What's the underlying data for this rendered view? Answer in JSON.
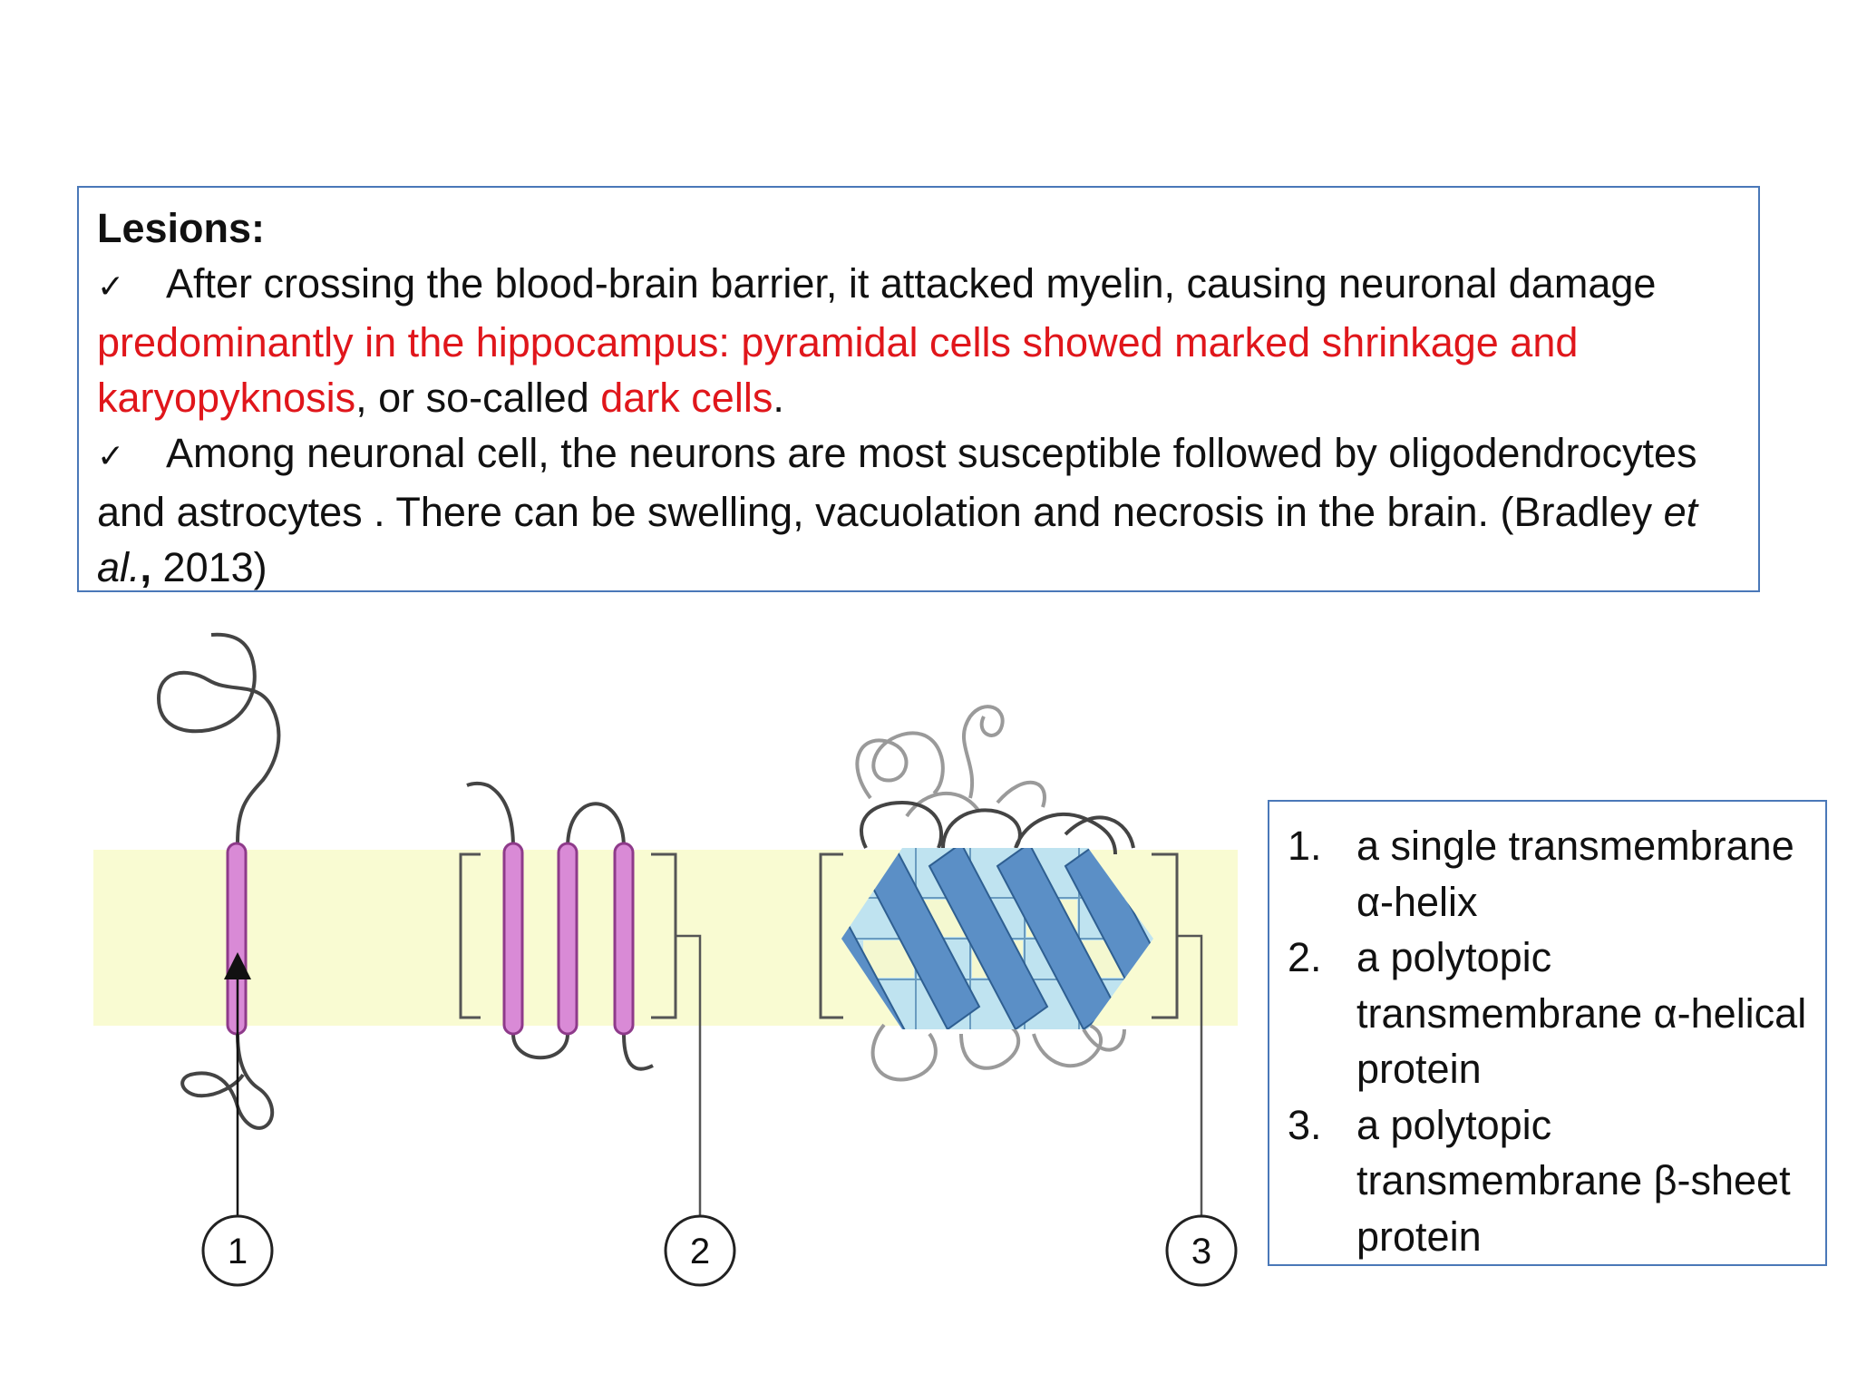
{
  "lesions": {
    "title": "Lesions:",
    "bullet1_intro": "After crossing the blood-brain barrier, it attacked myelin, causing neuronal damage",
    "bullet1_red1": "predominantly in the hippocampus: pyramidal cells showed marked shrinkage and karyopyknosis",
    "bullet1_mid": ", or so-called ",
    "bullet1_red2": "dark cells",
    "bullet1_end": ".",
    "bullet2_text": "Among neuronal cell, the neurons are most susceptible followed by oligodendrocytes and astrocytes . There can be swelling, vacuolation and necrosis in the brain. (Bradley ",
    "bullet2_italic": "et al.",
    "bullet2_comma": ",",
    "bullet2_end": " 2013)",
    "check_mark": "✓"
  },
  "diagram": {
    "callouts": [
      "1",
      "2",
      "3"
    ],
    "colors": {
      "membrane": "#f9fbd2",
      "helix_fill": "#d98ad6",
      "helix_stroke": "#8e3a8a",
      "sheet_dark": "#5b8fc6",
      "sheet_light": "#bfe3f0",
      "loop": "#444444",
      "loop_light": "#9a9a9a"
    }
  },
  "legend": {
    "items": [
      {
        "num": "1.",
        "text": "a single transmembrane α-helix"
      },
      {
        "num": "2.",
        "text": "a polytopic transmembrane α-helical protein"
      },
      {
        "num": "3.",
        "text": "a polytopic transmembrane β-sheet protein"
      }
    ]
  }
}
